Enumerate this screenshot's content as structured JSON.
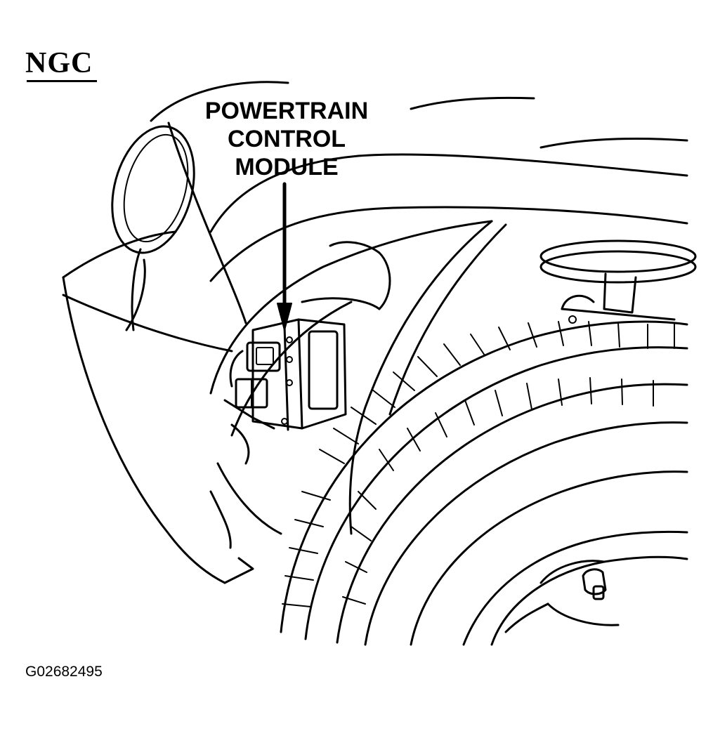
{
  "heading": "NGC",
  "callout": {
    "lines": [
      "POWERTRAIN",
      "CONTROL",
      "MODULE"
    ]
  },
  "figure_id": "G02682495",
  "colors": {
    "ink": "#000000",
    "paper": "#ffffff"
  }
}
